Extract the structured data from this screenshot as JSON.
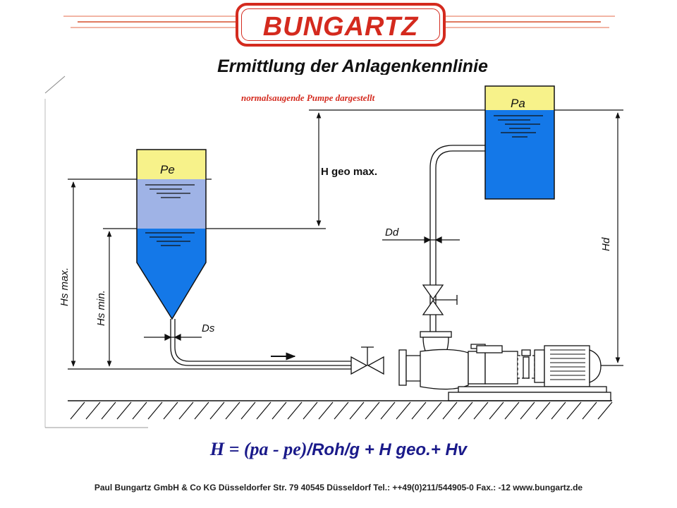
{
  "header": {
    "logo_text": "BUNGARTZ",
    "title": "Ermittlung der Anlagenkennlinie",
    "subtitle": "normalsaugende Pumpe dargestellt"
  },
  "diagram": {
    "label_pe": "Pe",
    "label_pa": "Pa",
    "label_h_geo_max": "H geo max.",
    "label_dd": "Dd",
    "label_ds": "Ds",
    "label_hd": "Hd",
    "label_hs_max": "Hs max.",
    "label_hs_min": "Hs min.",
    "colors": {
      "tank_gas": "#f7f28a",
      "water_blue": "#1478e8",
      "water_light": "#9fb3e6",
      "line": "#111111"
    }
  },
  "formula": {
    "part_serif": "H = (pa - pe)",
    "part_sans": "/Roh/g + H geo.+ Hv"
  },
  "footer": {
    "text": "Paul Bungartz GmbH & Co KG Düsseldorfer  Str. 79 40545 Düsseldorf  Tel.: ++49(0)211/544905-0  Fax.: -12  www.bungartz.de"
  }
}
